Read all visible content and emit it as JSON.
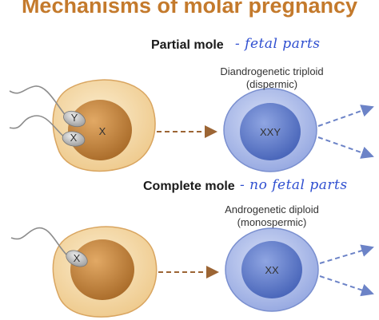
{
  "title": "Mechanisms of molar pregnancy",
  "partial": {
    "label": "Partial mole",
    "note": "- fetal parts",
    "subtitle_line1": "Diandrogenetic triploid",
    "subtitle_line2": "(dispermic)",
    "sperm_labels": [
      "Y",
      "X"
    ],
    "egg_label": "X",
    "result_label": "XXY"
  },
  "complete": {
    "label": "Complete mole",
    "note": "- no fetal parts",
    "subtitle_line1": "Androgenetic diploid",
    "subtitle_line2": "(monospermic)",
    "sperm_labels": [
      "X"
    ],
    "result_label": "XX"
  },
  "colors": {
    "title": "#c47a2c",
    "egg_outer": "#f3d9a8",
    "egg_nucleus": "#c78a3e",
    "result_outer": "#a9b8e6",
    "result_nucleus": "#5d79c9",
    "arrow_brown": "#9c6534",
    "arrow_blue": "#6c83c7",
    "note": "#2f4fd0"
  }
}
